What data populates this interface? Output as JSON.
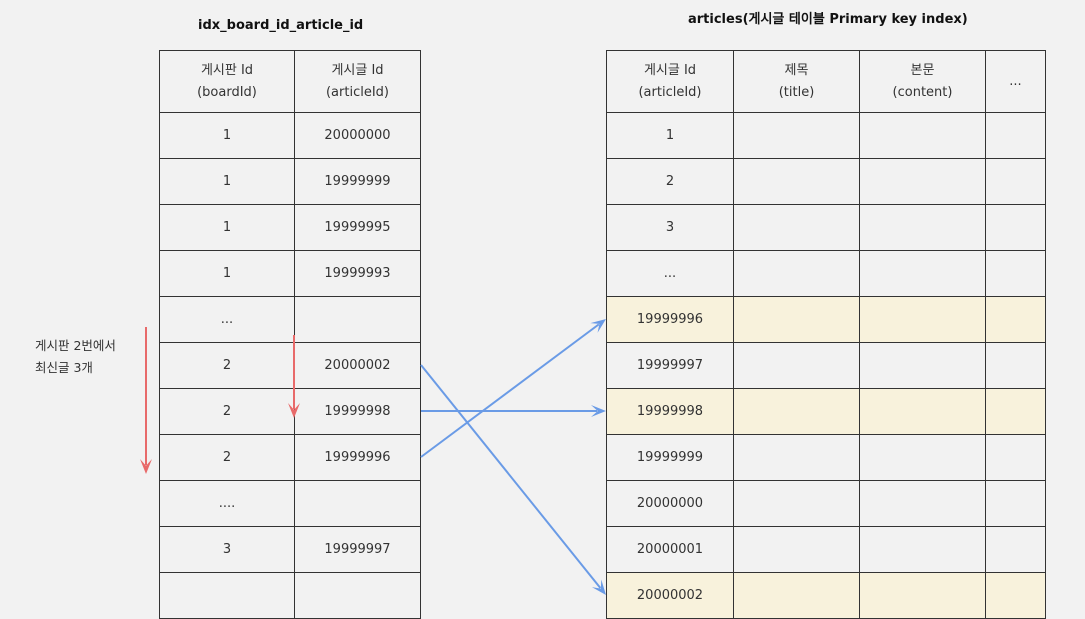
{
  "index_table": {
    "title": "idx_board_id_article_id",
    "headers": [
      [
        "게시판 Id",
        "(boardId)"
      ],
      [
        "게시글 Id",
        "(articleId)"
      ]
    ],
    "rows": [
      [
        "1",
        "20000000"
      ],
      [
        "1",
        "19999999"
      ],
      [
        "1",
        "19999995"
      ],
      [
        "1",
        "19999993"
      ],
      [
        "...",
        ""
      ],
      [
        "2",
        "20000002"
      ],
      [
        "2",
        "19999998"
      ],
      [
        "2",
        "19999996"
      ],
      [
        "....",
        ""
      ],
      [
        "3",
        "19999997"
      ],
      [
        "",
        ""
      ]
    ]
  },
  "articles_table": {
    "title": "articles(게시글 테이블 Primary key index)",
    "headers": [
      [
        "게시글 Id",
        "(articleId)"
      ],
      [
        "제목",
        "(title)"
      ],
      [
        "본문",
        "(content)"
      ],
      [
        "...",
        ""
      ]
    ],
    "rows": [
      {
        "id": "1",
        "highlight": false
      },
      {
        "id": "2",
        "highlight": false
      },
      {
        "id": "3",
        "highlight": false
      },
      {
        "id": "...",
        "highlight": false
      },
      {
        "id": "19999996",
        "highlight": true
      },
      {
        "id": "19999997",
        "highlight": false
      },
      {
        "id": "19999998",
        "highlight": true
      },
      {
        "id": "19999999",
        "highlight": false
      },
      {
        "id": "20000000",
        "highlight": false
      },
      {
        "id": "20000001",
        "highlight": false
      },
      {
        "id": "20000002",
        "highlight": true
      }
    ]
  },
  "note": {
    "line1": "게시판 2번에서",
    "line2": "최신글 3개"
  },
  "colors": {
    "lookup_arrow": "#6a9be6",
    "scan_arrow": "#e86a6a",
    "highlight_row": "#f8f2dc"
  },
  "links": [
    {
      "from_row": 5,
      "to_row": 10
    },
    {
      "from_row": 6,
      "to_row": 6
    },
    {
      "from_row": 7,
      "to_row": 4
    }
  ]
}
